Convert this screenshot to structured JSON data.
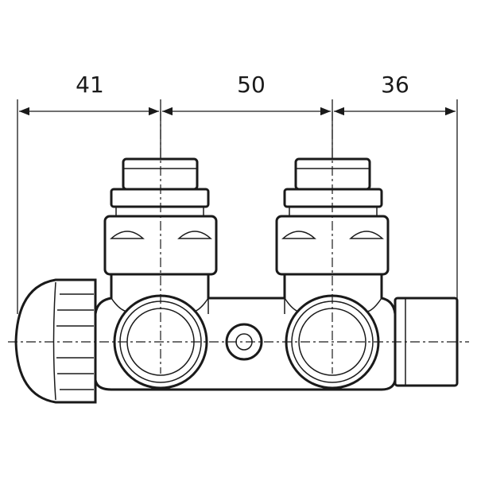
{
  "drawing": {
    "dimensions": [
      {
        "label": "41",
        "value": 41
      },
      {
        "label": "50",
        "value": 50
      },
      {
        "label": "36",
        "value": 36
      }
    ],
    "line_color": "#1a1a1a"
  }
}
